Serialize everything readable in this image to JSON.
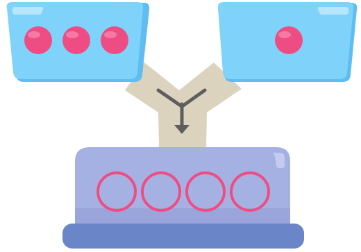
{
  "illustration": {
    "left_tray": {
      "dot_count": 3
    },
    "right_tray": {
      "dot_count": 1
    },
    "merge_funnel": {
      "arrow_icon": "merge-arrow-icon"
    },
    "result_container": {
      "slot_count": 4
    }
  },
  "colors": {
    "tray_fill": "#7fd3fb",
    "tray_highlight": "#b6e7fd",
    "tray_shadow": "#5fbdf0",
    "dot_fill": "#ee4d84",
    "dot_highlight": "#f47aa3",
    "funnel_fill": "#dcd3bf",
    "arrow_stroke": "#5e5e5e",
    "container_fill": "#a6b1e3",
    "container_highlight": "#c3cbef",
    "container_shadow": "#8f9bd6",
    "base_fill": "#6a85c8",
    "slot_stroke": "#ee4d84"
  }
}
